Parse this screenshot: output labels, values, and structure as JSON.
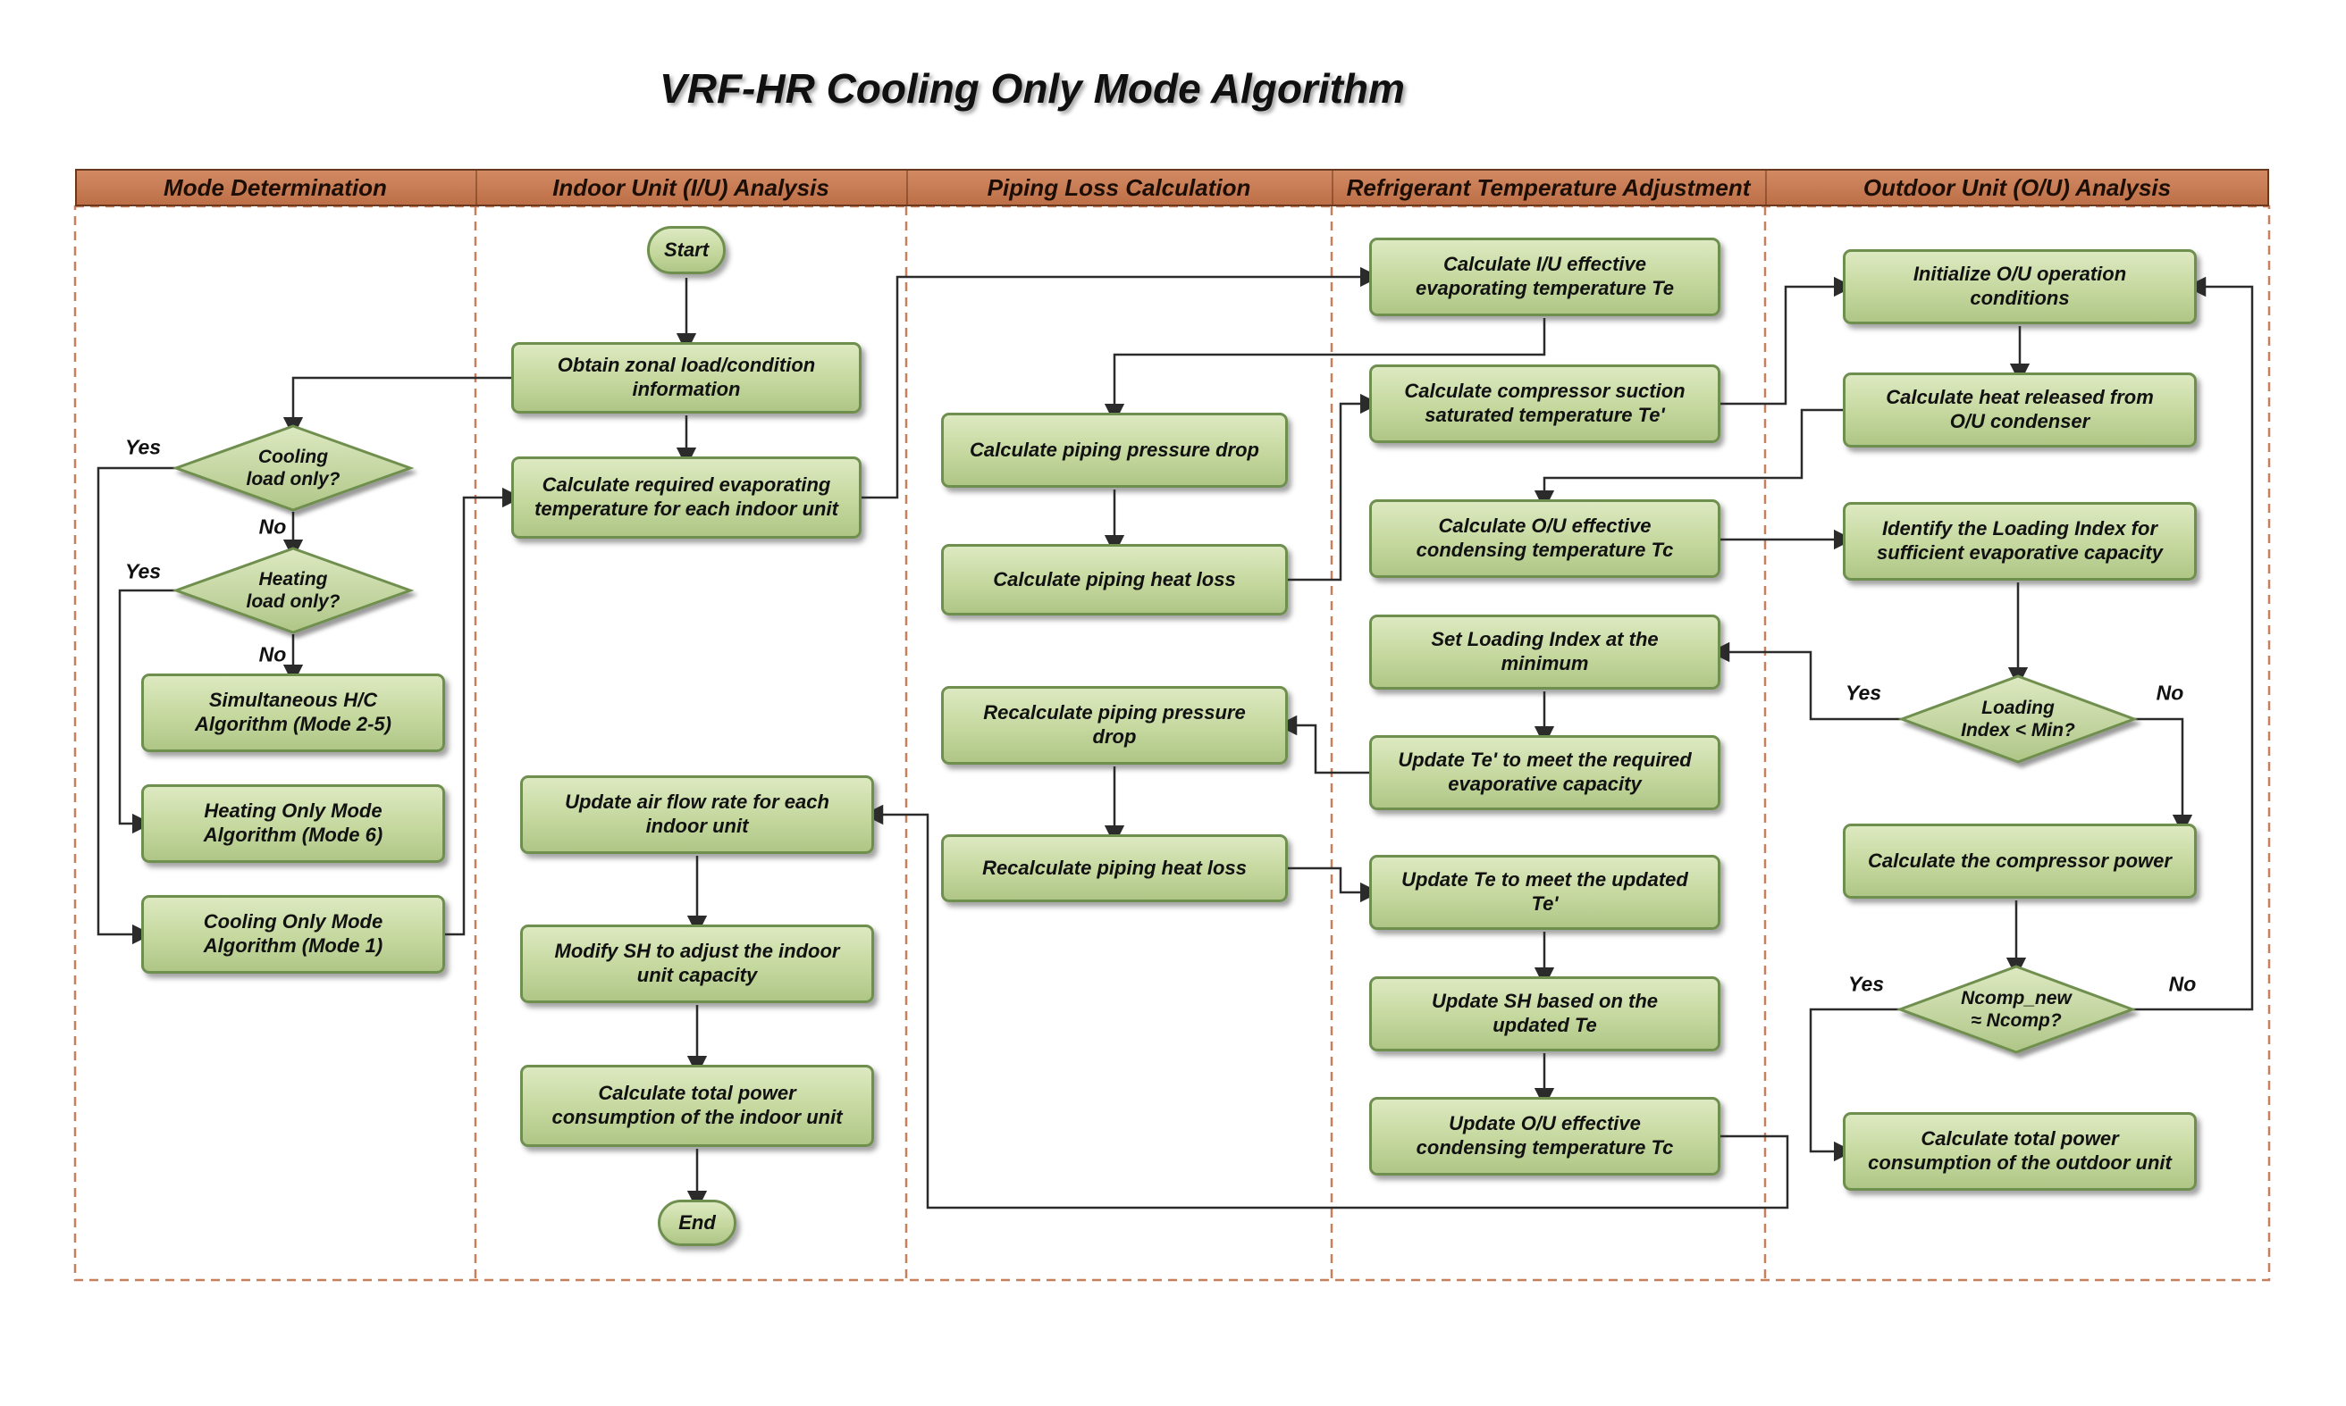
{
  "title": "VRF-HR Cooling Only Mode Algorithm",
  "lanes": [
    {
      "label": "Mode Determination"
    },
    {
      "label": "Indoor Unit (I/U) Analysis"
    },
    {
      "label": "Piping Loss Calculation"
    },
    {
      "label": "Refrigerant Temperature Adjustment"
    },
    {
      "label": "Outdoor Unit (O/U) Analysis"
    }
  ],
  "labels": {
    "yes": "Yes",
    "no": "No"
  },
  "nodes": {
    "start": "Start",
    "end": "End",
    "obtain_load": "Obtain zonal load/condition\ninformation",
    "calc_required_te": "Calculate required evaporating\ntemperature for each indoor unit",
    "cooling_only_q": "Cooling\nload only?",
    "heating_only_q": "Heating\nload only?",
    "simultaneous": "Simultaneous H/C\nAlgorithm (Mode 2-5)",
    "heating_mode": "Heating Only Mode\nAlgorithm (Mode 6)",
    "cooling_mode": "Cooling Only Mode\nAlgorithm (Mode 1)",
    "pipe_pressure": "Calculate piping pressure drop",
    "pipe_heat": "Calculate piping heat loss",
    "repipe_pressure": "Recalculate piping pressure\ndrop",
    "repipe_heat": "Recalculate piping heat loss",
    "calc_te": "Calculate I/U effective\nevaporating temperature Te",
    "calc_te_prime": "Calculate compressor suction\nsaturated temperature Te'",
    "calc_tc": "Calculate O/U effective\ncondensing temperature Tc",
    "set_loading": "Set Loading Index at the\nminimum",
    "update_te_prime": "Update Te' to meet the required\nevaporative capacity",
    "update_te": "Update Te to meet the updated\nTe'",
    "update_sh": "Update SH based on the\nupdated Te",
    "update_tc": "Update O/U effective\ncondensing temperature Tc",
    "init_ou": "Initialize O/U operation\nconditions",
    "heat_released": "Calculate heat released from\nO/U condenser",
    "identify_loading": "Identify the Loading Index for\nsufficient evaporative capacity",
    "loading_min_q": "Loading\nIndex < Min?",
    "comp_power": "Calculate the compressor power",
    "ncomp_q": "Ncomp_new\n≈ Ncomp?",
    "total_ou_power": "Calculate total power\nconsumption of the outdoor unit",
    "update_airflow": "Update air flow rate for each\nindoor unit",
    "modify_sh": "Modify SH to adjust the indoor\nunit capacity",
    "total_iu_power": "Calculate total power\nconsumption of the indoor unit"
  },
  "colors": {
    "node_fill_top": "#dde9c1",
    "node_fill_bottom": "#afc687",
    "node_border": "#6f8f4f",
    "lane_header_fill": "#c97e58",
    "lane_dash_border": "#c87f5c",
    "connector": "#2b2b2b",
    "background": "#ffffff"
  }
}
